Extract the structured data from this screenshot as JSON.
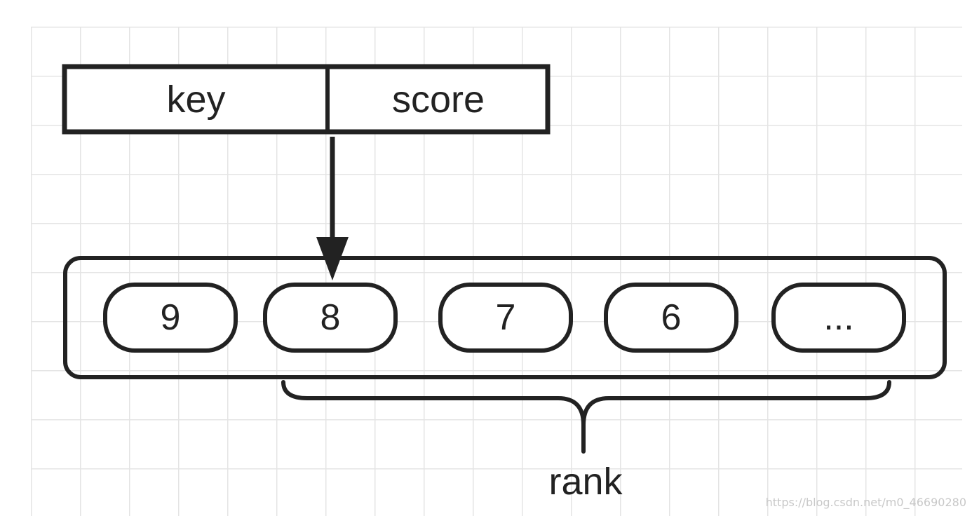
{
  "record": {
    "key_label": "key",
    "score_label": "score"
  },
  "sorted_set": {
    "members": [
      "9",
      "8",
      "7",
      "6",
      "..."
    ]
  },
  "brace_label": "rank",
  "watermark": "https://blog.csdn.net/m0_46690280",
  "colors": {
    "stroke": "#222222",
    "grid": "#e4e4e4",
    "background": "#ffffff"
  }
}
